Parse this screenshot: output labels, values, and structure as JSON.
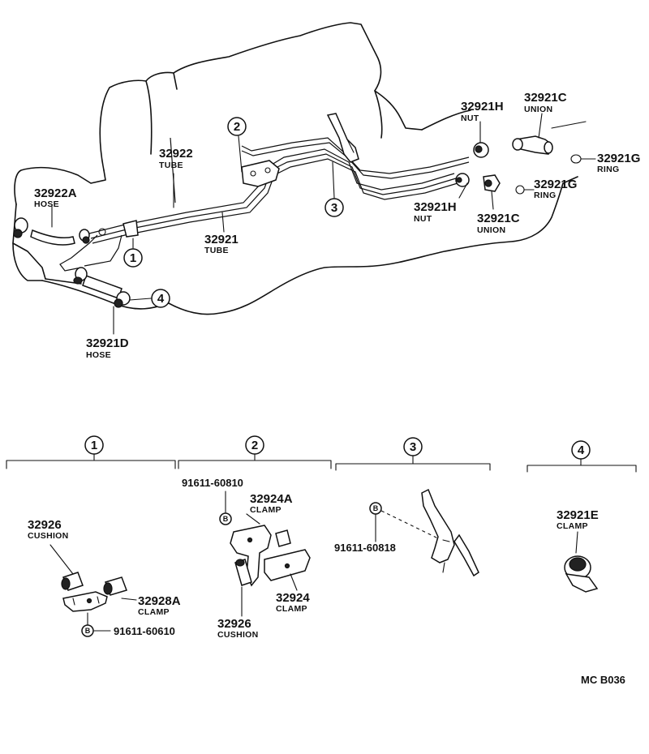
{
  "diagram_code": "MC B036",
  "callouts": {
    "c1": "1",
    "c2": "2",
    "c3": "3",
    "c4": "4",
    "bolt": "B"
  },
  "parts": {
    "tube_32922": {
      "number": "32922",
      "name": "TUBE"
    },
    "hose_32922A": {
      "number": "32922A",
      "name": "HOSE"
    },
    "tube_32921": {
      "number": "32921",
      "name": "TUBE"
    },
    "hose_32921D": {
      "number": "32921D",
      "name": "HOSE"
    },
    "nut_top": {
      "number": "32921H",
      "name": "NUT"
    },
    "union_top": {
      "number": "32921C",
      "name": "UNION"
    },
    "ring_top": {
      "number": "32921G",
      "name": "RING"
    },
    "nut_mid": {
      "number": "32921H",
      "name": "NUT"
    },
    "union_mid": {
      "number": "32921C",
      "name": "UNION"
    },
    "ring_mid": {
      "number": "32921G",
      "name": "RING"
    },
    "cushion_1": {
      "number": "32926",
      "name": "CUSHION"
    },
    "clamp_32928A": {
      "number": "32928A",
      "name": "CLAMP"
    },
    "bolt_1": {
      "number": "91611-60610"
    },
    "bolt_2": {
      "number": "91611-60810"
    },
    "clamp_32924A": {
      "number": "32924A",
      "name": "CLAMP"
    },
    "clamp_32924": {
      "number": "32924",
      "name": "CLAMP"
    },
    "cushion_2": {
      "number": "32926",
      "name": "CUSHION"
    },
    "bolt_3": {
      "number": "91611-60818"
    },
    "clamp_32921E": {
      "number": "32921E",
      "name": "CLAMP"
    }
  }
}
